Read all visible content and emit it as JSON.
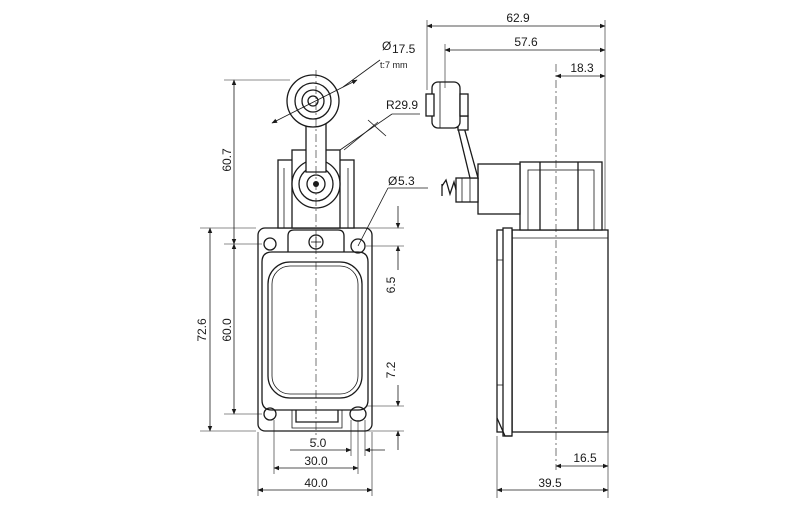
{
  "front_view": {
    "roller_diameter": "17.5",
    "roller_thickness": "t:7 mm",
    "arm_radius": "R29.9",
    "hole_diameter": "5.3",
    "lever_height": "60.7",
    "total_height": "72.6",
    "hole_pitch_vertical": "60.0",
    "top_offset": "6.5",
    "bottom_offset": "7.2",
    "slot_width": "5.0",
    "hole_pitch_horizontal": "30.0",
    "body_width": "40.0",
    "diameter_symbol": "Ø"
  },
  "side_view": {
    "total_width": "62.9",
    "roller_to_back": "57.6",
    "shaft_to_back": "18.3",
    "body_depth": "39.5",
    "rear_offset": "16.5"
  }
}
